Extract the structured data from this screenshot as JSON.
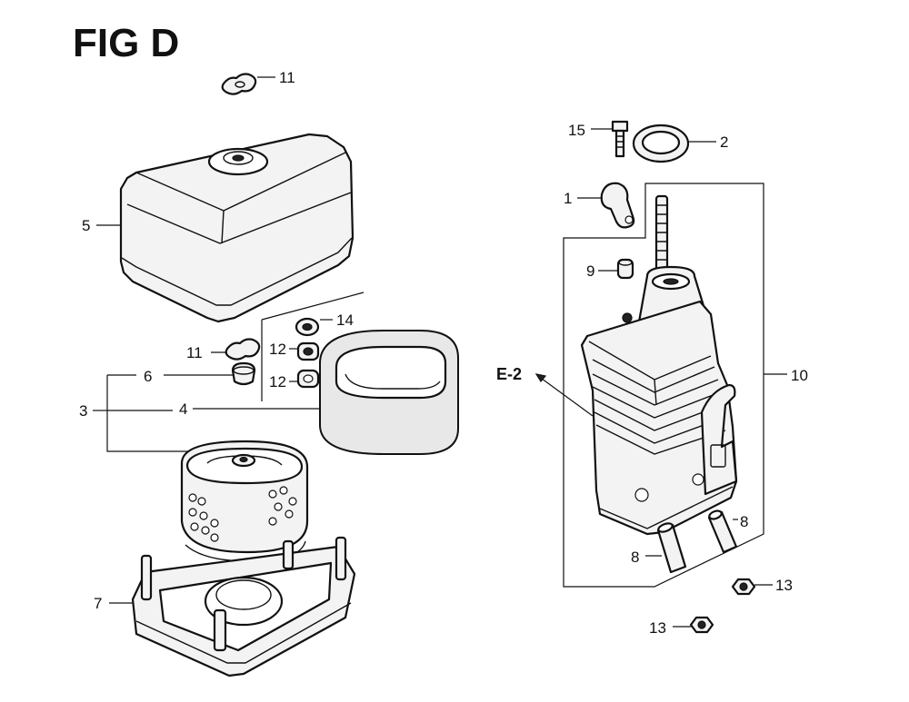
{
  "figure": {
    "title": "FIG D"
  },
  "callouts": {
    "c1": "1",
    "c2": "2",
    "c3": "3",
    "c4": "4",
    "c5": "5",
    "c6": "6",
    "c7": "7",
    "c8a": "8",
    "c8b": "8",
    "c9": "9",
    "c10": "10",
    "c11a": "11",
    "c11b": "11",
    "c12a": "12",
    "c12b": "12",
    "c13a": "13",
    "c13b": "13",
    "c14": "14",
    "c15": "15",
    "ref_e2": "E-2"
  }
}
